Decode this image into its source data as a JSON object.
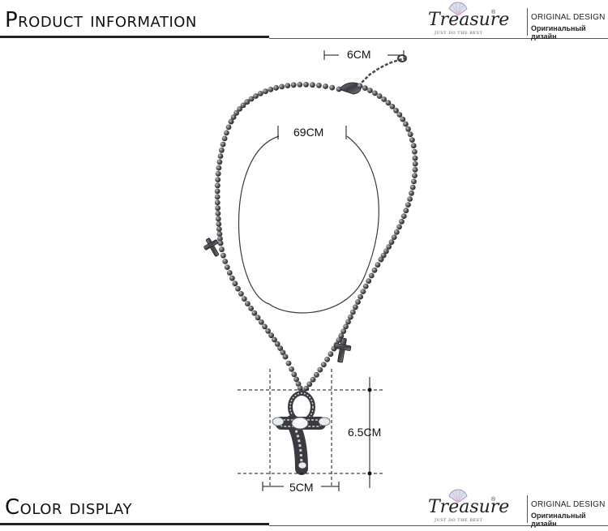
{
  "header_top": {
    "title": "Product information",
    "brand": "Treasure",
    "brand_tagline": "JUST DO THE BEST",
    "brand_reg": "®",
    "original_design": "ORIGINAL DESIGN",
    "original_design_ru": "Оригинальный дизайн"
  },
  "header_bottom": {
    "title": "Color display",
    "brand": "Treasure",
    "brand_tagline": "JUST DO THE BEST",
    "brand_reg": "®",
    "original_design": "ORIGINAL DESIGN",
    "original_design_ru": "Оригинальный дизайн"
  },
  "dimensions": {
    "extender": "6CM",
    "chain": "69CM",
    "pendant_height": "6.5CM",
    "pendant_width": "5CM"
  },
  "icons": {
    "brand_logo": "shell-icon",
    "pendant": "ankh-cross-icon",
    "charm": "cross-icon"
  },
  "colors": {
    "chain": "#4a4a4e",
    "background": "#ffffff",
    "text": "#111111"
  }
}
